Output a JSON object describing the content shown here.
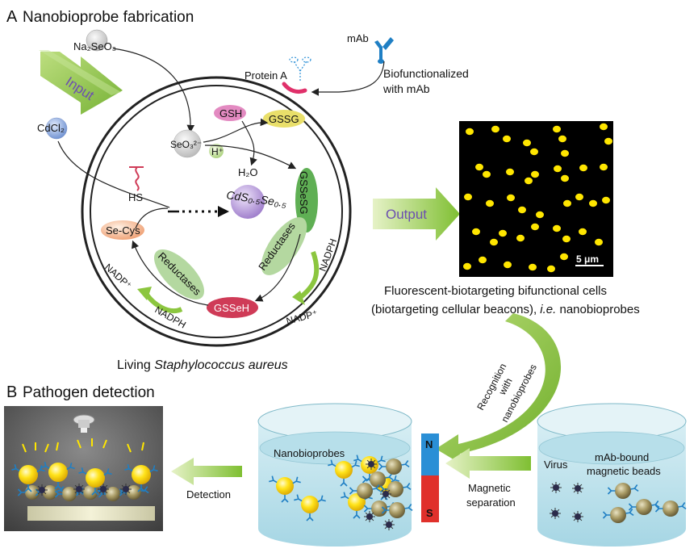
{
  "panel_a": {
    "letter": "A",
    "title": "Nanobioprobe fabrication",
    "input_label": "Input",
    "output_label": "Output",
    "cell_label_prefix": "Living ",
    "cell_label_species": "Staphylococcus aureus",
    "reagents": {
      "na2seo3": "Na₂SeO₃",
      "cdcl2": "CdCl₂",
      "seo3": "SeO₃²⁻",
      "gsh": "GSH",
      "gssg": "GSSG",
      "h_plus": "H⁺",
      "h2o": "H₂O",
      "gssesg": "GSSeSG",
      "reductases": "Reductases",
      "nadph": "NADPH",
      "nadp_plus": "NADP⁺",
      "gsseh": "GSSeH",
      "se_cys": "Se-Cys",
      "hs": "HS",
      "cdsse": "CdS₀.₅Se₀.₅",
      "protein_a": "Protein A",
      "mab": "mAb"
    },
    "biofunc_line1": "Biofunctionalized",
    "biofunc_line2": "with mAb",
    "scale_bar": "5 μm",
    "caption_line1": "Fluorescent-biotargeting bifunctional cells",
    "caption_line2_a": "(biotargeting cellular beacons), ",
    "caption_line2_ie": "i.e.",
    "caption_line2_b": " nanobioprobes"
  },
  "panel_b": {
    "letter": "B",
    "title": "Pathogen detection",
    "detection_label": "Detection",
    "nanobioprobes_label": "Nanobioprobes",
    "magnet_n": "N",
    "magnet_s": "S",
    "magnetic_line1": "Magnetic",
    "magnetic_line2": "separation",
    "recognition_line1": "Recognition",
    "recognition_line2": "with",
    "recognition_line3": "nanobioprobes",
    "virus_label": "Virus",
    "beads_line1": "mAb-bound",
    "beads_line2": "magnetic beads"
  },
  "colors": {
    "arrow_green": "#8cc63f",
    "arrow_green_dark": "#5f9e2a",
    "dot_yellow": "#ffe600",
    "water_blue": "#bfe4ee",
    "magnet_blue": "#2a8fd6",
    "magnet_red": "#e0302b",
    "gsh_pink": "#e38ac1",
    "gssg_yellow": "#e9df6a",
    "qd_purple": "#a98bd0",
    "gsseh_red": "#cf3b57",
    "reductase_green": "#9ccc82"
  }
}
